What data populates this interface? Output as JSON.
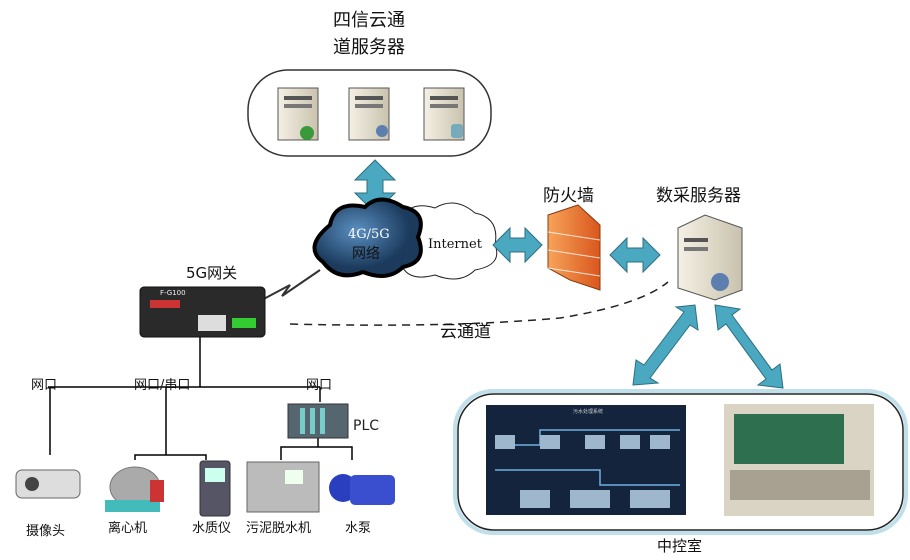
{
  "cloud_server": {
    "title_line1": "四信云通",
    "title_line2": "道服务器"
  },
  "network": {
    "cloud_label_line1": "4G/5G",
    "cloud_label_line2": "网络",
    "internet_label": "Internet"
  },
  "firewall": {
    "label": "防火墙"
  },
  "data_server": {
    "label": "数采服务器"
  },
  "gateway": {
    "label": "5G网关",
    "device_text": "F-G100"
  },
  "tunnel": {
    "label": "云通道"
  },
  "ports": {
    "left": "网口",
    "middle": "网口/串口",
    "right": "网口"
  },
  "plc": {
    "label": "PLC"
  },
  "devices": [
    {
      "label": "摄像头"
    },
    {
      "label": "离心机"
    },
    {
      "label": "水质仪"
    },
    {
      "label": "污泥脱水机"
    },
    {
      "label": "水泵"
    }
  ],
  "control_room": {
    "label": "中控室",
    "scada_title": "污水处理系统"
  },
  "colors": {
    "arrow": "#4aa8c0",
    "cloud_dark": "#2f5f8c",
    "firewall": "#e8742a"
  }
}
